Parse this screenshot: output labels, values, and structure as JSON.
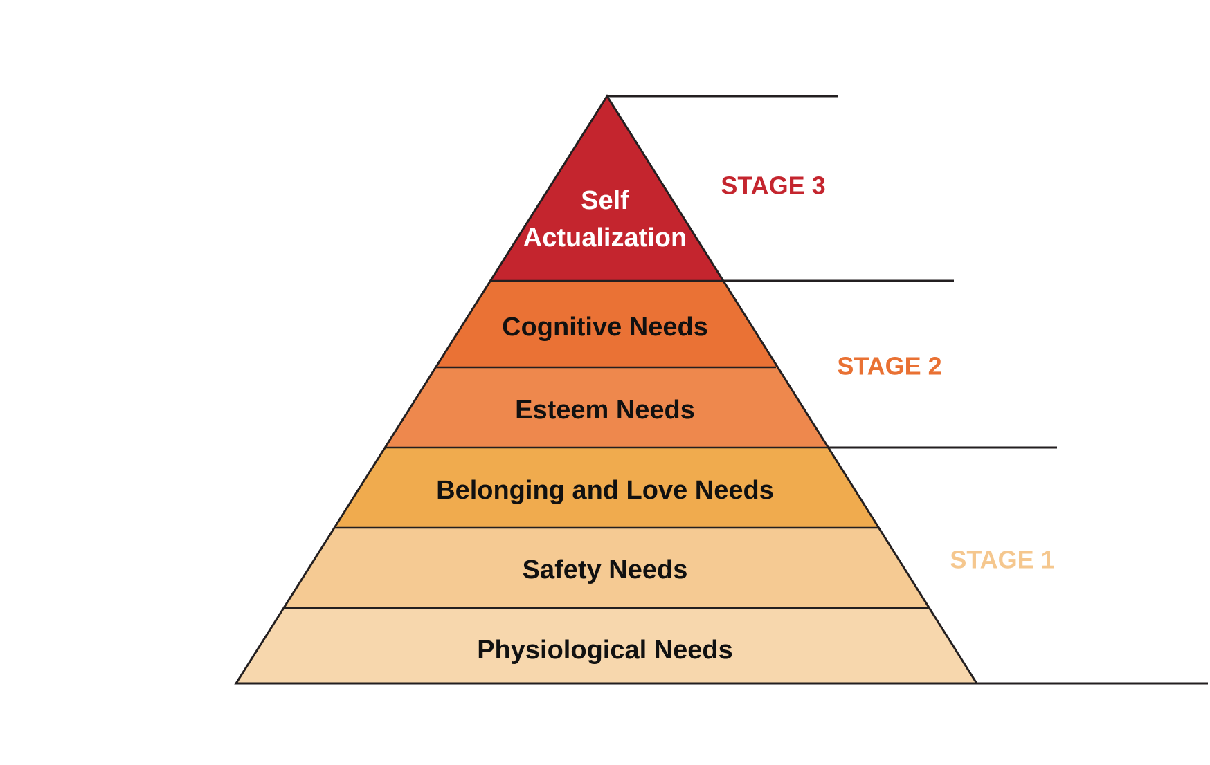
{
  "colors": {
    "stage3": "#C4252E",
    "stage2": "#E97133",
    "stage1": "#F5C78E",
    "outline": "#231F20",
    "tier_text_dark": "#111111",
    "tier_text_light": "#FFFFFF"
  },
  "tiers": [
    {
      "line1": "Self",
      "line2": "Actualization",
      "fill": "#C4252E",
      "text_color": "#FFFFFF"
    },
    {
      "line1": "Cognitive Needs",
      "line2": "",
      "fill": "#EA7235",
      "text_color": "#111111"
    },
    {
      "line1": "Esteem Needs",
      "line2": "",
      "fill": "#EE884D",
      "text_color": "#111111"
    },
    {
      "line1": "Belonging and Love Needs",
      "line2": "",
      "fill": "#F0AB4E",
      "text_color": "#111111"
    },
    {
      "line1": "Safety Needs",
      "line2": "",
      "fill": "#F5CA93",
      "text_color": "#111111"
    },
    {
      "line1": "Physiological Needs",
      "line2": "",
      "fill": "#F7D7AD",
      "text_color": "#111111"
    }
  ],
  "stages": [
    {
      "label": "STAGE 3",
      "color": "#C4252E"
    },
    {
      "label": "STAGE 2",
      "color": "#E97133"
    },
    {
      "label": "STAGE 1",
      "color": "#F5C78E"
    }
  ]
}
